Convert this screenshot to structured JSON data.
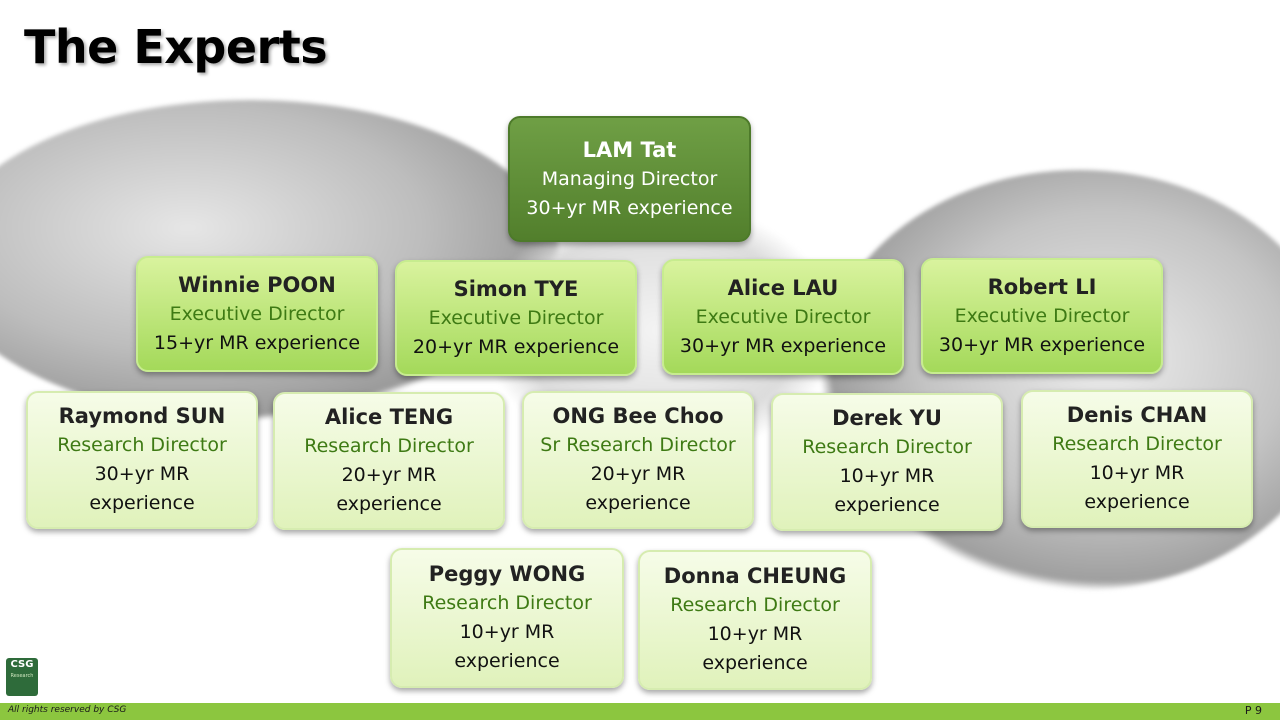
{
  "title": "The Experts",
  "top": {
    "name": "LAM Tat",
    "role": "Managing Director",
    "exp": "30+yr MR experience"
  },
  "executives": [
    {
      "name": "Winnie POON",
      "role": "Executive Director",
      "exp": "15+yr MR experience"
    },
    {
      "name": "Simon TYE",
      "role": "Executive Director",
      "exp": "20+yr MR experience"
    },
    {
      "name": "Alice LAU",
      "role": "Executive Director",
      "exp": "30+yr MR experience"
    },
    {
      "name": "Robert LI",
      "role": "Executive Director",
      "exp": "30+yr MR experience"
    }
  ],
  "researchers": [
    {
      "name": "Raymond SUN",
      "role": "Research Director",
      "exp1": "30+yr MR",
      "exp2": "experience"
    },
    {
      "name": "Alice TENG",
      "role": "Research Director",
      "exp1": "20+yr MR",
      "exp2": "experience"
    },
    {
      "name": "ONG Bee Choo",
      "role": "Sr Research Director",
      "exp1": "20+yr MR",
      "exp2": "experience"
    },
    {
      "name": "Derek YU",
      "role": "Research Director",
      "exp1": "10+yr MR",
      "exp2": "experience"
    },
    {
      "name": "Denis CHAN",
      "role": "Research Director",
      "exp1": "10+yr MR",
      "exp2": "experience"
    }
  ],
  "bottom": [
    {
      "name": "Peggy WONG",
      "role": "Research Director",
      "exp1": "10+yr MR",
      "exp2": "experience"
    },
    {
      "name": "Donna CHEUNG",
      "role": "Research Director",
      "exp1": "10+yr MR",
      "exp2": "experience"
    }
  ],
  "footer": {
    "copyright": "All rights reserved by CSG",
    "page": "P 9"
  },
  "logo": {
    "text": "CSG",
    "sub": "Research"
  },
  "colors": {
    "top": "#5c8a36",
    "exec": "#b5e06e",
    "research": "#ecf7d4",
    "accent_text": "#3e7a14",
    "footer_bar": "#8cc63f"
  }
}
